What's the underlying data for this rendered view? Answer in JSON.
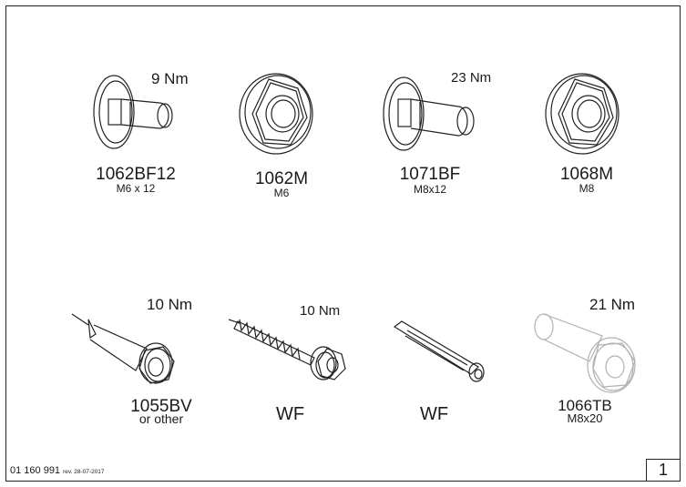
{
  "items": [
    {
      "code": "1062BF12",
      "sub": "M6 x 12",
      "torque": "9 Nm"
    },
    {
      "code": "1062M",
      "sub": "M6",
      "torque": ""
    },
    {
      "code": "1071BF",
      "sub": "M8x12",
      "torque": "23 Nm"
    },
    {
      "code": "1068M",
      "sub": "M8",
      "torque": ""
    },
    {
      "code": "1055BV",
      "sub": "or other",
      "torque": "10 Nm"
    },
    {
      "code": "WF",
      "sub": "",
      "torque": "10 Nm"
    },
    {
      "code": "WF",
      "sub": "",
      "torque": ""
    },
    {
      "code": "1066TB",
      "sub": "M8x20",
      "torque": "21 Nm"
    }
  ],
  "footer": {
    "doc_number": "01 160 991",
    "revision": "rev. 28-07-2017"
  },
  "page_number": "1"
}
